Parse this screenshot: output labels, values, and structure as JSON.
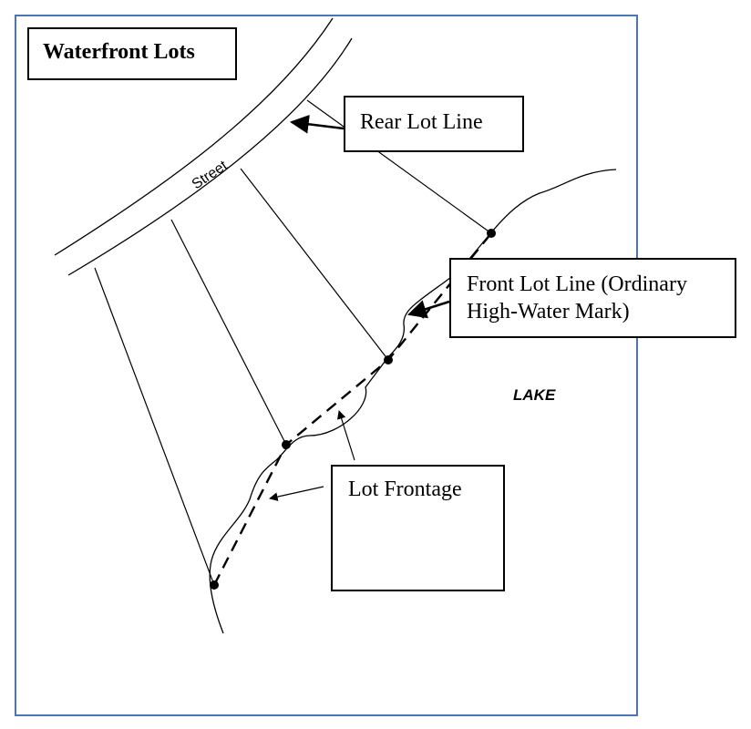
{
  "title": "Waterfront Lots",
  "labels": {
    "rear_lot_line": "Rear Lot Line",
    "front_lot_line_line1": "Front Lot Line (Ordinary",
    "front_lot_line_line2": "High-Water Mark)",
    "lot_frontage": "Lot Frontage",
    "street": "Street",
    "lake": "LAKE"
  },
  "colors": {
    "frame_border": "#4a76b8",
    "ink": "#000000"
  }
}
